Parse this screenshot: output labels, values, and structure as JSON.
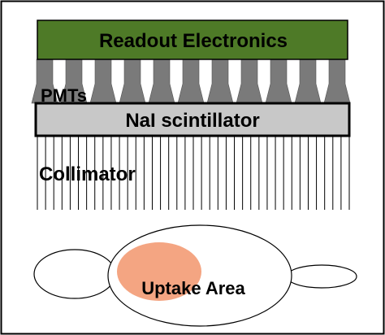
{
  "labels": {
    "readout": "Readout Electronics",
    "pmts": "PMTs",
    "scintillator": "NaI scintillator",
    "collimator": "Collimator",
    "uptake": "Uptake Area"
  },
  "colors": {
    "readout_fill": "#4e7a27",
    "pmt_fill": "#7a7a7a",
    "scintillator_fill": "#c8c8c8",
    "uptake_fill": "#f4a582",
    "collimator_line": "#000000",
    "frame_border": "#000000"
  },
  "counts": {
    "pmts": 11
  }
}
